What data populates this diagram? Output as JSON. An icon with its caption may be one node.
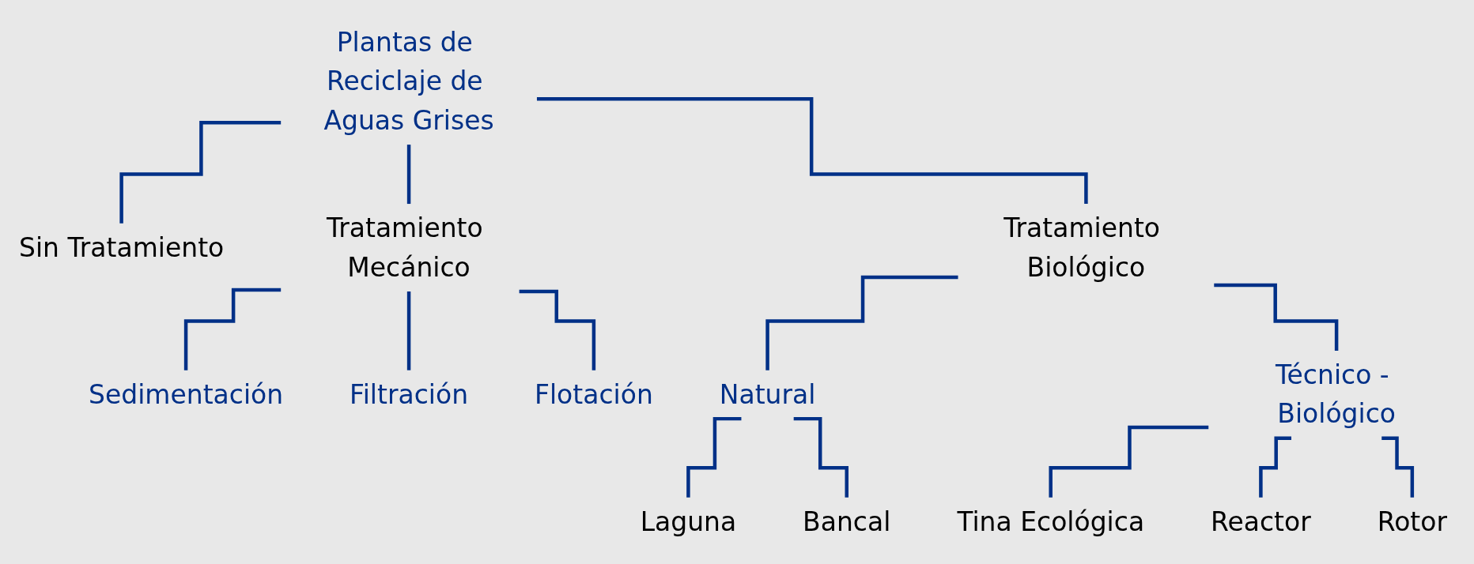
{
  "diagram": {
    "nodes": [
      {
        "text": [
          "Plantas de Reciclaje de Aguas Grises"
        ]
      },
      {
        "text": [
          "Sin Tratamiento"
        ]
      },
      {
        "text": [
          "Tratamiento Mecánico"
        ]
      },
      {
        "text": [
          "Tratamiento Biológico"
        ]
      },
      {
        "text": [
          "Sedimentación"
        ]
      },
      {
        "text": [
          "Filtración"
        ]
      },
      {
        "text": [
          "Flotación"
        ]
      },
      {
        "text": [
          "Natural"
        ]
      },
      {
        "text": [
          "Técnico - Biológico"
        ]
      },
      {
        "text": [
          "Laguna"
        ]
      },
      {
        "text": [
          "Bancal"
        ]
      },
      {
        "text": [
          "Tina Ecológica"
        ]
      },
      {
        "text": [
          "Reactor"
        ]
      },
      {
        "text": [
          "Rotor"
        ]
      }
    ],
    "edges": [
      {
        "from": 0,
        "to": 1,
        "arrow": "none"
      },
      {
        "from": 0,
        "to": 2,
        "arrow": "none"
      },
      {
        "from": 0,
        "to": 3,
        "arrow": "none"
      },
      {
        "from": 2,
        "to": 4,
        "arrow": "none"
      },
      {
        "from": 2,
        "to": 5,
        "arrow": "none"
      },
      {
        "from": 2,
        "to": 6,
        "arrow": "none"
      },
      {
        "from": 3,
        "to": 7,
        "arrow": "none"
      },
      {
        "from": 3,
        "to": 8,
        "arrow": "none"
      },
      {
        "from": 7,
        "to": 9,
        "arrow": "none"
      },
      {
        "from": 7,
        "to": 10,
        "arrow": "none"
      },
      {
        "from": 8,
        "to": 11,
        "arrow": "none"
      },
      {
        "from": 8,
        "to": 12,
        "arrow": "none"
      },
      {
        "from": 8,
        "to": 13,
        "arrow": "none"
      }
    ]
  }
}
